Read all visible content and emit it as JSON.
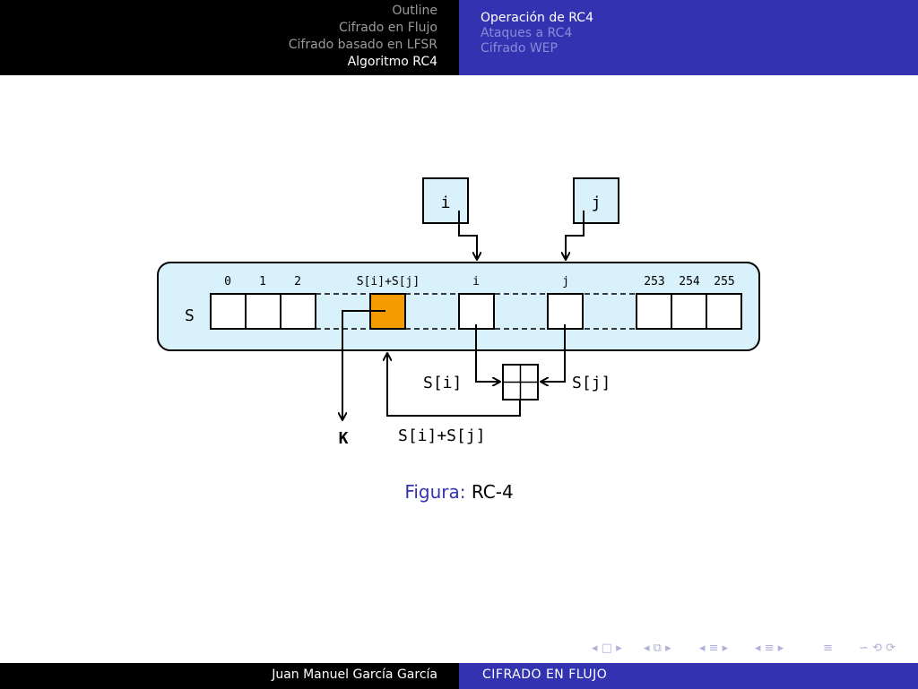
{
  "header": {
    "sections": [
      "Outline",
      "Cifrado en Flujo",
      "Cifrado basado en LFSR",
      "Algoritmo RC4"
    ],
    "active_section": "Algoritmo RC4",
    "subsections": [
      "Operación de RC4",
      "Ataques a RC4",
      "Cifrado WEP"
    ],
    "active_subsection": "Operación de RC4"
  },
  "diagram": {
    "pointer_i": "i",
    "pointer_j": "j",
    "array_label": "S",
    "indices": {
      "i0": "0",
      "i1": "1",
      "i2": "2",
      "sum": "S[i]+S[j]",
      "i": "i",
      "j": "j",
      "i253": "253",
      "i254": "254",
      "i255": "255"
    },
    "si_label": "S[i]",
    "sj_label": "S[j]",
    "sum_label": "S[i]+S[j]",
    "output_label": "K"
  },
  "caption": {
    "label": "Figura:",
    "text": "RC-4"
  },
  "footer": {
    "author": "Juan Manuel García García",
    "title": "CIFRADO EN FLUJO"
  },
  "nav_symbols": [
    "◂ □ ▸",
    "◂ ⧉ ▸",
    "◂ ≡ ▸",
    "◂ ≡ ▸",
    "≡",
    "∽ ⟲ ⟳"
  ],
  "colors": {
    "header_dark": "#000000",
    "header_blue": "#3333b2",
    "array_fill": "#d9f1fb",
    "highlight": "#f59b00"
  }
}
